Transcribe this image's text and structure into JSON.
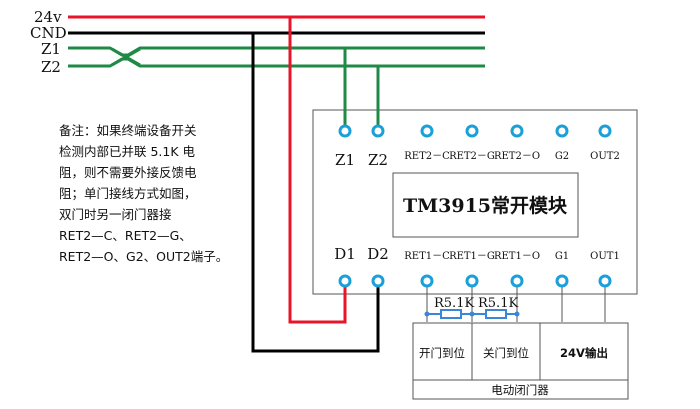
{
  "rails": [
    {
      "label": "24v",
      "color": "#e8142a"
    },
    {
      "label": "CND",
      "color": "#000000"
    },
    {
      "label": "Z1",
      "color": "#1f8a45"
    },
    {
      "label": "Z2",
      "color": "#1f8a45"
    }
  ],
  "note_lines": [
    "备注：如果终端设备开关",
    "检测内部已并联 5.1K 电",
    "阻，则不需要外接反馈电",
    "阻；单门接线方式如图，",
    "双门时另一闭门器接",
    "RET2—C、RET2—G、",
    "RET2—O、G2、OUT2端子。"
  ],
  "module": {
    "title": "TM3915常开模块",
    "top_terminals": [
      "Z1",
      "Z2",
      "RET2－C",
      "RET2－G",
      "RET2－O",
      "G2",
      "OUT2"
    ],
    "bottom_terminals": [
      "D1",
      "D2",
      "RET1－C",
      "RET1－G",
      "RET1－O",
      "G1",
      "OUT1"
    ]
  },
  "resistors": [
    "R5.1K",
    "R5.1K"
  ],
  "closer": {
    "cells": [
      "开门到位",
      "关门到位",
      "24V输出"
    ],
    "footer": "电动闭门器"
  },
  "colors": {
    "red": "#e8142a",
    "green": "#1f8a45",
    "terminal": "#1aa0d8",
    "resistor": "#3a86d8"
  }
}
